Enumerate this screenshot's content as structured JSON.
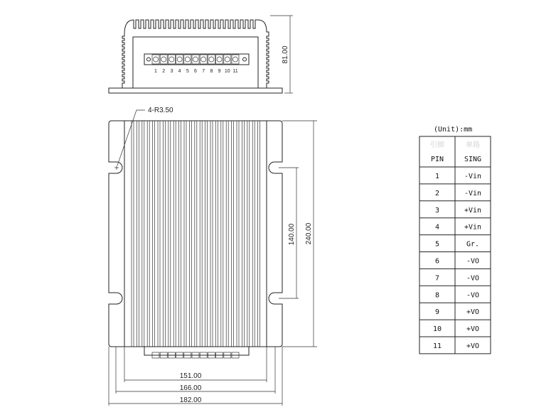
{
  "front_view": {
    "pin_numbers": [
      "1",
      "2",
      "3",
      "4",
      "5",
      "6",
      "7",
      "8",
      "9",
      "10",
      "11"
    ],
    "height_dim": "81.00"
  },
  "plan_view": {
    "hole_callout": "4-R3.50",
    "dim_240": "240.00",
    "dim_140": "140.00",
    "dim_151": "151.00",
    "dim_166": "166.00",
    "dim_182": "182.00"
  },
  "pin_table": {
    "unit": "(Unit):mm",
    "header_cn": [
      "引脚",
      "单路"
    ],
    "headers": [
      "PIN",
      "SING"
    ],
    "rows": [
      [
        "1",
        "-Vin"
      ],
      [
        "2",
        "-Vin"
      ],
      [
        "3",
        "+Vin"
      ],
      [
        "4",
        "+Vin"
      ],
      [
        "5",
        "Gr."
      ],
      [
        "6",
        "-VO"
      ],
      [
        "7",
        "-VO"
      ],
      [
        "8",
        "-VO"
      ],
      [
        "9",
        "+VO"
      ],
      [
        "10",
        "+VO"
      ],
      [
        "11",
        "+VO"
      ]
    ]
  }
}
